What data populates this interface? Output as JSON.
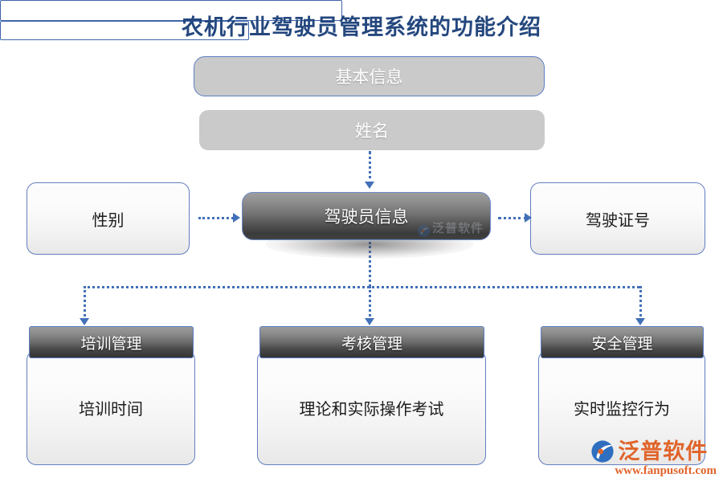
{
  "page": {
    "title": "农机行业驾驶员管理系统的功能介绍",
    "accent_blue": "#4270b8",
    "border_blue": "#5b7ec4",
    "title_color": "#24477e",
    "gray_fill": "#cacaca",
    "watermark_color": "#e0642a"
  },
  "diagram": {
    "type": "org-flow",
    "nodes": {
      "basic_info": {
        "label": "基本信息",
        "style": "gray-bordered"
      },
      "name": {
        "label": "姓名",
        "style": "gray-soft"
      },
      "gender": {
        "label": "性别",
        "style": "light"
      },
      "driver_info": {
        "label": "驾驶员信息",
        "style": "dark-center"
      },
      "license_no": {
        "label": "驾驶证号",
        "style": "light"
      },
      "training_header": {
        "label": "培训管理",
        "style": "dark-header"
      },
      "training_body": {
        "label": "培训时间",
        "style": "light"
      },
      "assessment_header": {
        "label": "考核管理",
        "style": "dark-header"
      },
      "assessment_body": {
        "label": "理论和实际操作考试",
        "style": "light"
      },
      "safety_header": {
        "label": "安全管理",
        "style": "dark-header"
      },
      "safety_body": {
        "label": "实时监控行为",
        "style": "light"
      }
    },
    "connectors": [
      {
        "from": "name",
        "to": "driver_info",
        "style": "dotted-arrow-down"
      },
      {
        "from": "gender",
        "to": "driver_info",
        "style": "dotted-arrow-right"
      },
      {
        "from": "driver_info",
        "to": "license_no",
        "style": "dotted-arrow-right"
      },
      {
        "from": "driver_info",
        "to": "training_header",
        "style": "dotted-arrow-down"
      },
      {
        "from": "driver_info",
        "to": "assessment_header",
        "style": "dotted-arrow-down"
      },
      {
        "from": "driver_info",
        "to": "safety_header",
        "style": "dotted-arrow-down"
      }
    ]
  },
  "watermark": {
    "brand": "泛普软件",
    "url": "www.fanpusoft.com",
    "inline_brand": "泛普软件"
  }
}
